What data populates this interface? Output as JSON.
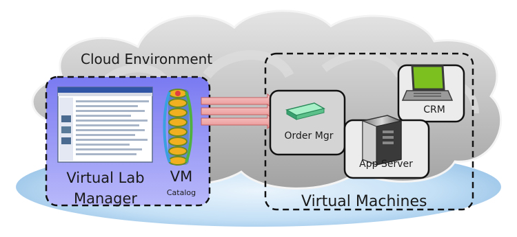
{
  "diagram": {
    "title": "Cloud Environment",
    "lab_manager": {
      "line1": "Virtual Lab",
      "line2": "Manager"
    },
    "vm_catalog": {
      "label": "VM",
      "sublabel": "Catalog"
    },
    "virtual_machines": {
      "label": "Virtual Machines",
      "nodes": [
        {
          "label": "Order Mgr",
          "icon": "router-icon"
        },
        {
          "label": "App Server",
          "icon": "server-tower-icon"
        },
        {
          "label": "CRM",
          "icon": "laptop-icon"
        }
      ]
    },
    "connector_count": 3,
    "colors": {
      "cloud": "#a8a8a8",
      "base_ellipse": "#9ec9ee",
      "lab_box": "#8d8df5",
      "arrow": "#f2a8a8",
      "laptop_screen": "#7cc020",
      "router": "#6fd0a0",
      "catalog_discs": "#f0b020"
    }
  }
}
